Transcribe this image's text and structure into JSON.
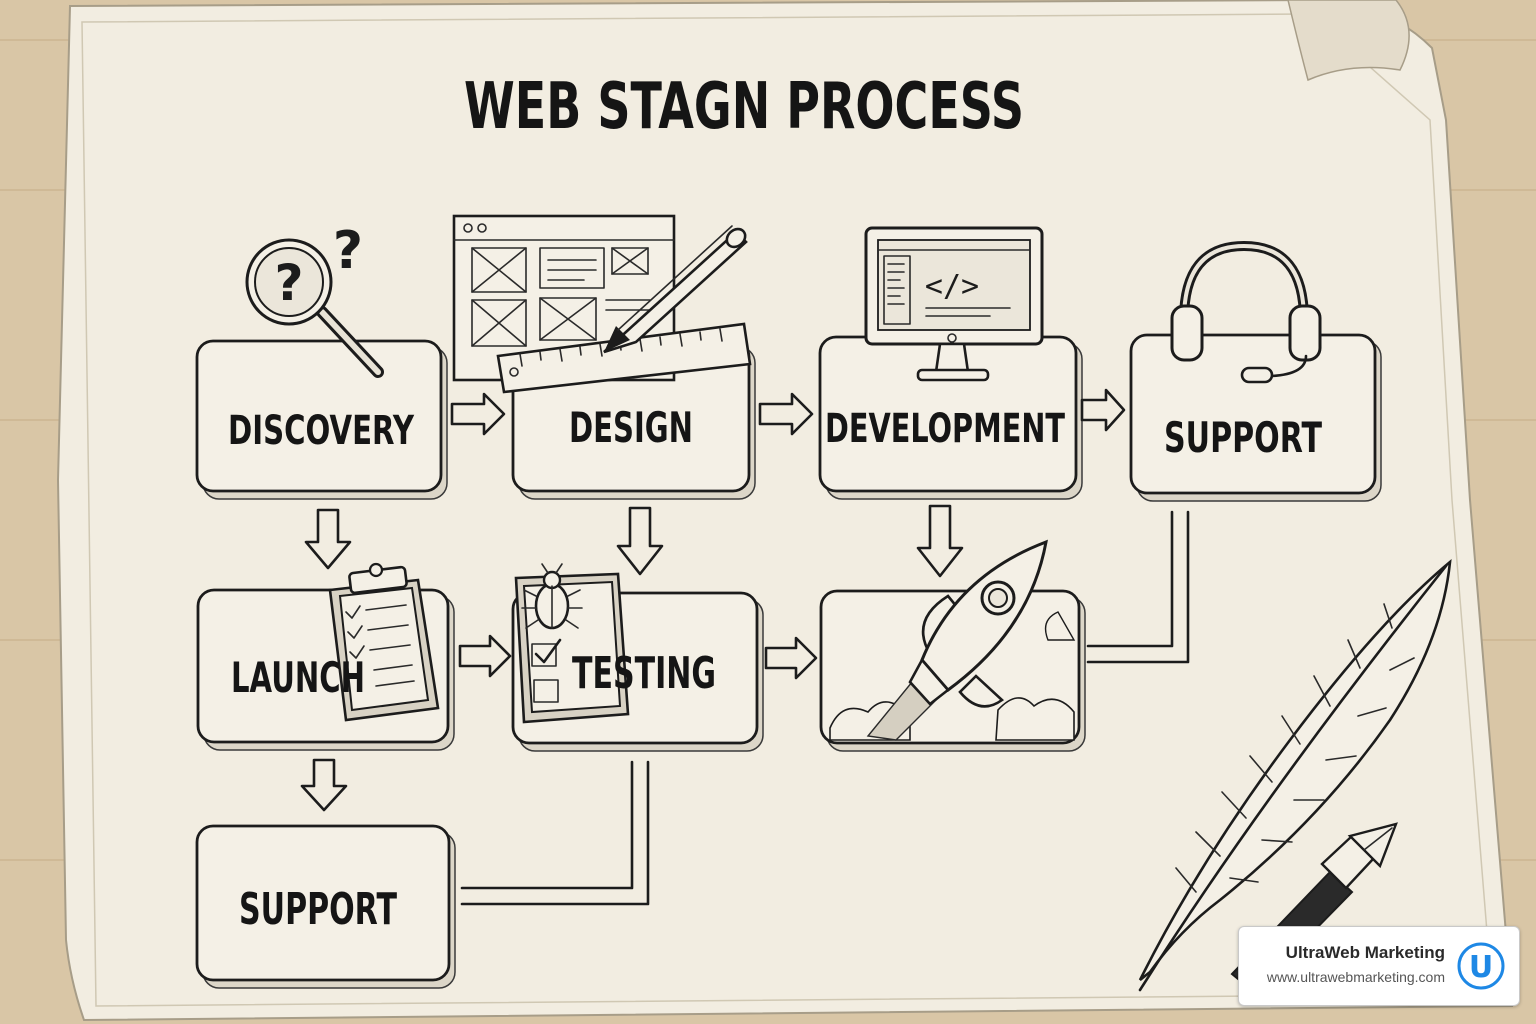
{
  "title": "WEB STAGN PROCESS",
  "nodes": {
    "discovery": "DISCOVERY",
    "design": "DESIGN",
    "development": "DEVELOPMENT",
    "support_top": "SUPPORT",
    "launch": "LAUNCH",
    "testing": "TESTING",
    "support_bottom": "SUPPORT"
  },
  "icons": {
    "discovery": "magnifier-question-icon",
    "design": "wireframe-pencil-ruler-icon",
    "development": "monitor-code-icon",
    "support": "headset-icon",
    "launch": "clipboard-checklist-icon",
    "testing": "bug-checklist-icon",
    "deploy": "rocket-icon",
    "quill": "quill-pen-icon",
    "fountain_pen": "fountain-pen-icon"
  },
  "code_symbol": "</>",
  "badge": {
    "name": "UltraWeb Marketing",
    "url": "www.ultrawebmarketing.com",
    "logo_letter": "U",
    "logo_color": "#1e88e5"
  },
  "colors": {
    "paper": "#f2ede1",
    "ink": "#1c1c1c",
    "desk": "#d8c4a4"
  }
}
